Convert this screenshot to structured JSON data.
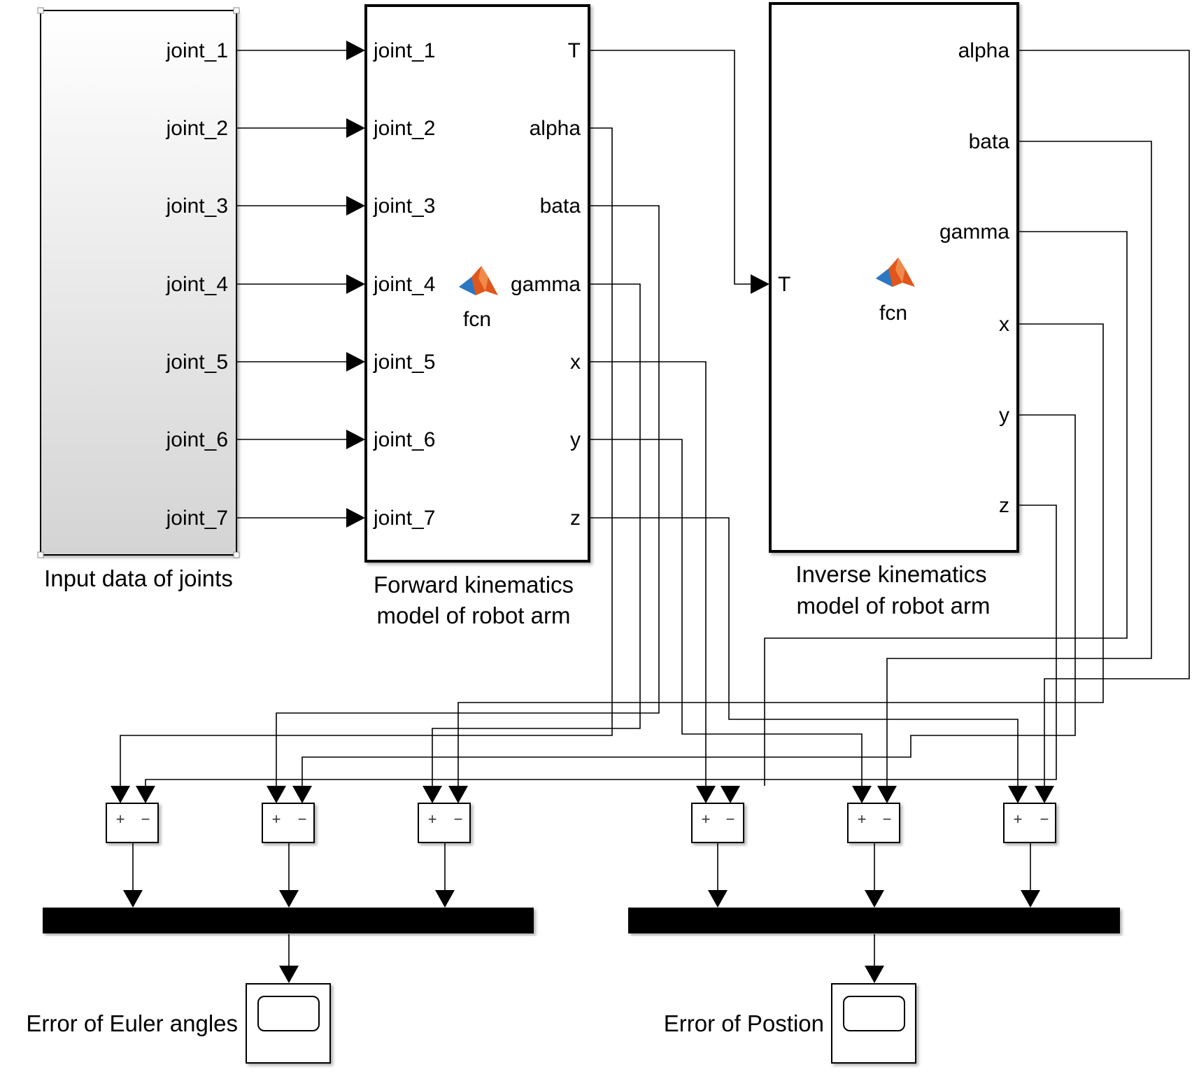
{
  "input_block": {
    "caption": "Input data of  joints",
    "ports": [
      "joint_1",
      "joint_2",
      "joint_3",
      "joint_4",
      "joint_5",
      "joint_6",
      "joint_7"
    ]
  },
  "fk_block": {
    "caption_line1": "Forward  kinematics",
    "caption_line2": "model of robot arm",
    "fcn_label": "fcn",
    "inputs": [
      "joint_1",
      "joint_2",
      "joint_3",
      "joint_4",
      "joint_5",
      "joint_6",
      "joint_7"
    ],
    "outputs": [
      "T",
      "alpha",
      "bata",
      "gamma",
      "x",
      "y",
      "z"
    ]
  },
  "ik_block": {
    "caption_line1": "Inverse kinematics",
    "caption_line2": "model of robot arm",
    "fcn_label": "fcn",
    "input": "T",
    "outputs": [
      "alpha",
      "bata",
      "gamma",
      "x",
      "y",
      "z"
    ]
  },
  "sum_block": {
    "plus": "+",
    "minus": "−"
  },
  "scopes": {
    "euler_label": "Error of Euler angles",
    "position_label": "Error of Postion"
  },
  "colors": {
    "matlab_logo_orange": "#e0561b",
    "matlab_logo_blue": "#2a78c4",
    "input_block_gradient_top": "#ffffff",
    "input_block_gradient_bottom": "#d4d4d4"
  }
}
